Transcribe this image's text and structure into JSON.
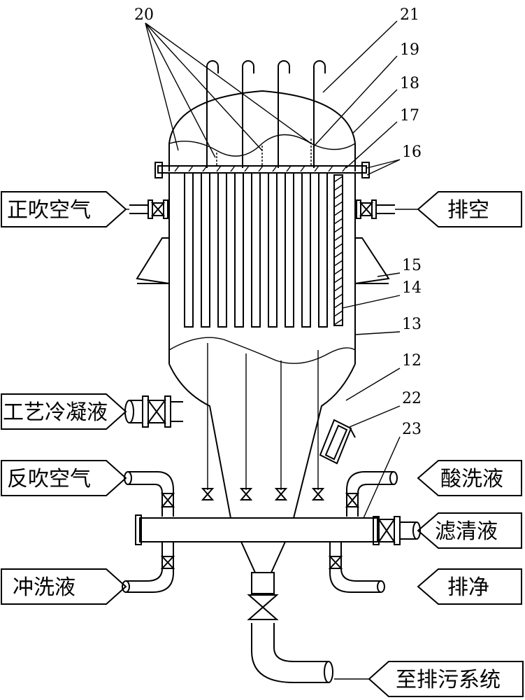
{
  "labels": {
    "forward_air": "正吹空气",
    "vent": "排空",
    "process_condensate": "工艺冷凝液",
    "reverse_air": "反吹空气",
    "acid_wash": "酸洗液",
    "filtrate": "滤清液",
    "flush_liquid": "冲洗液",
    "drain": "排净",
    "to_sewage": "至排污系统"
  },
  "parts": {
    "p12": "12",
    "p13": "13",
    "p14": "14",
    "p15": "15",
    "p16": "16",
    "p17": "17",
    "p18": "18",
    "p19": "19",
    "p20": "20",
    "p21": "21",
    "p22": "22",
    "p23": "23"
  }
}
